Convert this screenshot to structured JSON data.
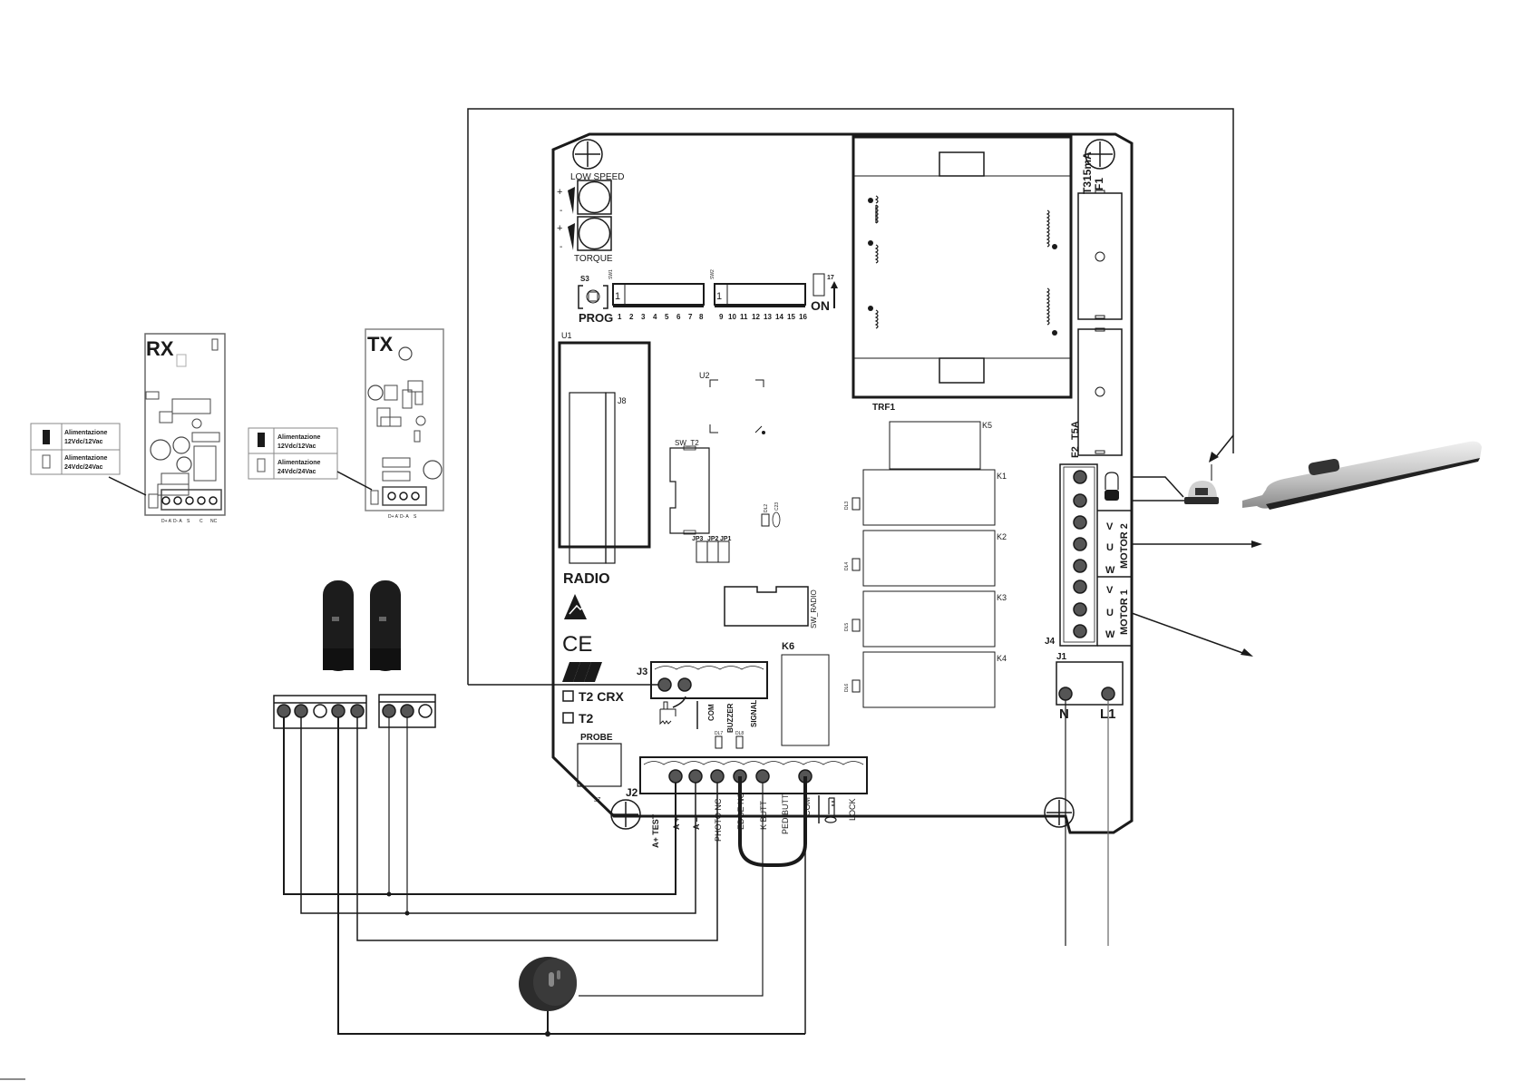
{
  "diagram": {
    "type": "gate-controller-wiring",
    "board": {
      "trimmers": [
        {
          "label": "LOW SPEED",
          "id": "TR2",
          "plus": "+",
          "minus": "-"
        },
        {
          "label": "TORQUE",
          "id": "TR1",
          "plus": "+",
          "minus": "-"
        }
      ],
      "prog_button": {
        "id": "S3",
        "label": "PROG"
      },
      "dip_switch_1": {
        "id": "SW1",
        "first": "1",
        "numbers": [
          "1",
          "2",
          "3",
          "4",
          "5",
          "6",
          "7",
          "8"
        ]
      },
      "dip_switch_2": {
        "id": "SW2",
        "first": "1",
        "numbers": [
          "9",
          "10",
          "11",
          "12",
          "13",
          "14",
          "15",
          "16"
        ]
      },
      "jumper_17": {
        "number": "17",
        "id": "JP4",
        "on_label": "ON"
      },
      "transformer": {
        "id": "TRF1"
      },
      "fuse1": {
        "id": "F1",
        "rating": "T315mA"
      },
      "fuse2": {
        "id": "F2",
        "rating": "T5A"
      },
      "u1": "U1",
      "j8": "J8",
      "u2": "U2",
      "radio_label": "RADIO",
      "sw_t2": "SW_T2",
      "jumpers": [
        "JP3",
        "JP2",
        "JP1"
      ],
      "dl2": "DL2",
      "c23": "C23",
      "sw_radio": "SW_RADIO",
      "relays": [
        {
          "id": "K5"
        },
        {
          "id": "K1",
          "led": "DL3"
        },
        {
          "id": "K2",
          "led": "DL4"
        },
        {
          "id": "K3",
          "led": "DL5"
        },
        {
          "id": "K4",
          "led": "DL6"
        },
        {
          "id": "K6"
        }
      ],
      "ce_mark": "CE",
      "t2crx_option": "T2 CRX",
      "t2_option": "T2",
      "probe": {
        "label": "PROBE",
        "id": "J7"
      },
      "j3": {
        "id": "J3",
        "pins": [
          "COM",
          "BUZZER",
          "SIGNAL"
        ],
        "leds": [
          "DL7",
          "DL8"
        ]
      },
      "j2": {
        "id": "J2",
        "pins": [
          "A+ TEST",
          "A +",
          "A –",
          "PHOTO NC",
          "EDGE NC",
          "K BUTT",
          "PED BUTT",
          "COM",
          "LOCK"
        ]
      },
      "j4": {
        "id": "J4",
        "motor2": {
          "label": "MOTOR 2",
          "pins": [
            "V",
            "U",
            "W"
          ]
        },
        "motor1": {
          "label": "MOTOR 1",
          "pins": [
            "V",
            "U",
            "W"
          ]
        }
      },
      "j1": {
        "id": "J1",
        "pins": [
          "N",
          "L1"
        ]
      }
    },
    "rx_module": {
      "title": "RX",
      "terminals": [
        "D+ Aˈ",
        "D- A",
        "S",
        "C",
        "NC"
      ],
      "power_table": [
        {
          "text1": "Alimentazione",
          "text2": "12Vdc/12Vac"
        },
        {
          "text1": "Alimentazione",
          "text2": "24Vdc/24Vac"
        }
      ]
    },
    "tx_module": {
      "title": "TX",
      "terminals": [
        "D+ Aˈ",
        "D- A",
        "S"
      ],
      "power_table": [
        {
          "text1": "Alimentazione",
          "text2": "12Vdc/12Vac"
        },
        {
          "text1": "Alimentazione",
          "text2": "24Vdc/24Vac"
        }
      ]
    },
    "photocell_terminals": {
      "rx_block_pins": 5,
      "tx_block_pins": 3
    },
    "peripherals": [
      "photocells",
      "key-selector",
      "flashing-lamp",
      "gate-motor"
    ]
  }
}
